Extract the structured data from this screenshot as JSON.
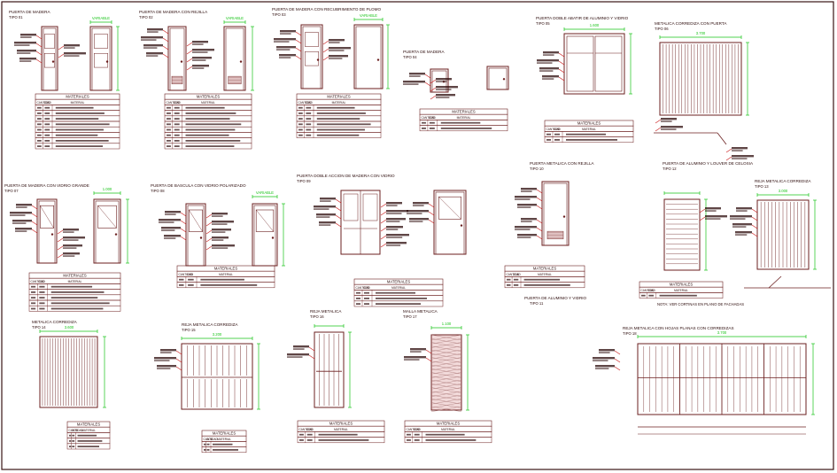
{
  "colors": {
    "frame": "#3a1515",
    "line": "#6b1f1f",
    "text": "#2b0a0a",
    "dim": "#19c419",
    "callout": "#c81414",
    "hatch": "#a06a6a",
    "fill_red": "#f2dada"
  },
  "details": [
    {
      "title": "PUERTA DE MADERA",
      "tipo": "TIPO 01",
      "dim": "VARIABLE"
    },
    {
      "title": "PUERTA DE MADERA CON REJILLA",
      "tipo": "TIPO 02",
      "dim": "VARIABLE"
    },
    {
      "title": "PUERTA DE MADERA CON RECUBRIMIENTO DE PLOMO",
      "tipo": "TIPO 03",
      "dim": "VARIABLE"
    },
    {
      "title": "PUERTA DE MADERA",
      "tipo": "TIPO 04",
      "dim": ""
    },
    {
      "title": "PUERTA DOBLE ABATIR DE ALUMINIO Y VIDRIO",
      "tipo": "TIPO 05",
      "dim": "1.600"
    },
    {
      "title": "METALICA CORREDIZA CON PUERTA",
      "tipo": "TIPO 06",
      "dim": "3.700"
    },
    {
      "title": "PUERTA DE MADERA CON VIDRIO GRANDE",
      "tipo": "TIPO 07",
      "dim": "1.000"
    },
    {
      "title": "PUERTA DE BASCULA CON VIDRIO POLARIZADO",
      "tipo": "TIPO 08",
      "dim": "VARIABLE"
    },
    {
      "title": "PUERTA DOBLE ACCION DE MADERA CON VIDRIO",
      "tipo": "TIPO 09",
      "dim": ""
    },
    {
      "title": "PUERTA METALICA CON REJILLA",
      "tipo": "TIPO 10",
      "dim": ""
    },
    {
      "title": "PUERTA DE ALUMINIO Y VIDRIO",
      "tipo": "TIPO 11",
      "dim": ""
    },
    {
      "title": "PUERTA DE ALUMINIO Y LOUVER DE CELOSIA",
      "tipo": "TIPO 12",
      "dim": ""
    },
    {
      "title": "REJA METALICA CORREDIZA",
      "tipo": "TIPO 13",
      "dim": "3.000"
    },
    {
      "title": "METALICA CORREDIZA",
      "tipo": "TIPO 14",
      "dim": "3.600"
    },
    {
      "title": "REJA METALICA CORREDIZA",
      "tipo": "TIPO 15",
      "dim": "3.200"
    },
    {
      "title": "REJA METALICA",
      "tipo": "TIPO 16",
      "dim": ""
    },
    {
      "title": "MALLA METALICA",
      "tipo": "TIPO 17",
      "dim": "1.100"
    },
    {
      "title": "REJA METALICA CON HOJAS PLANAS CON CORREDIZAS",
      "tipo": "TIPO 18",
      "dim": "3.700"
    }
  ],
  "tables": [
    {
      "title": "MATERIALES",
      "header": [
        "CANTIDAD",
        "COD",
        "MATERIAL"
      ]
    },
    {
      "title": "MATERIALES",
      "header": [
        "CANTIDAD",
        "COD",
        "MATERIAL"
      ]
    },
    {
      "title": "MATERIALES",
      "header": [
        "CANTIDAD",
        "COD",
        "MATERIAL"
      ]
    },
    {
      "title": "MATERIALES",
      "header": [
        "CANTIDAD",
        "COD",
        "MATERIAL"
      ]
    },
    {
      "title": "MATERIALES",
      "header": [
        "CANTIDAD",
        "COD",
        "MATERIAL"
      ]
    },
    {
      "title": "MATERIALES",
      "header": [
        "CANTIDAD",
        "COD",
        "MATERIAL"
      ]
    },
    {
      "title": "MATERIALES",
      "header": [
        "CANTIDAD",
        "COD",
        "MATERIAL"
      ]
    },
    {
      "title": "MATERIALES",
      "header": [
        "CANTIDAD",
        "COD",
        "MATERIAL"
      ]
    },
    {
      "title": "MATERIALES",
      "header": [
        "CANTIDAD",
        "COD",
        "MATERIAL"
      ]
    },
    {
      "title": "MATERIALES",
      "header": [
        "CANTIDAD",
        "COD",
        "MATERIAL"
      ]
    },
    {
      "title": "MATERIALES",
      "header": [
        "CANTIDAD",
        "COD",
        "MATERIAL"
      ]
    },
    {
      "title": "MATERIALES",
      "header": [
        "CANTIDAD",
        "COD",
        "MATERIAL"
      ]
    },
    {
      "title": "MATERIALES",
      "header": [
        "CANTIDAD",
        "COD",
        "MATERIAL"
      ]
    },
    {
      "title": "MATERIALES",
      "header": [
        "CANTIDAD",
        "COD",
        "MATERIAL"
      ]
    }
  ],
  "notes": {
    "note_tipo12": "NOTA: VER CORTINAS EN PLANO DE FACHADAS"
  }
}
